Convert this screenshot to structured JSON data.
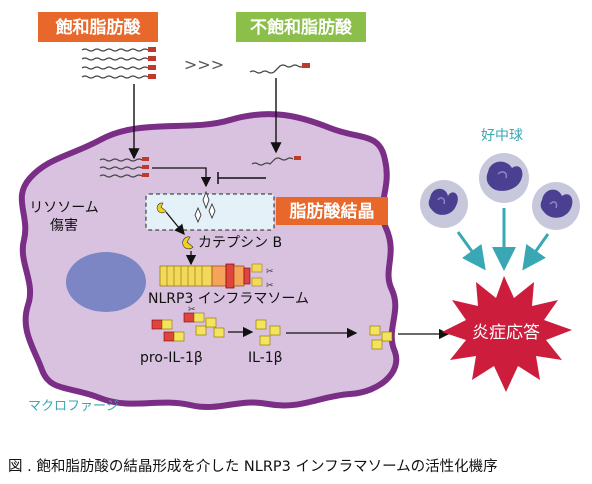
{
  "labels": {
    "saturated_fa": "飽和脂肪酸",
    "unsaturated_fa": "不飽和脂肪酸",
    "comparison": ">>>",
    "lysosome_damage_line1": "リソソーム",
    "lysosome_damage_line2": "傷害",
    "fa_crystal": "脂肪酸結晶",
    "cathepsin": "カテプシン B",
    "nlrp3": "NLRP3 インフラマソーム",
    "pro_il1b": "pro-IL-1β",
    "il1b": "IL-1β",
    "macrophage": "マクロファージ",
    "neutrophil": "好中球",
    "inflammation": "炎症応答"
  },
  "caption": "図 . 飽和脂肪酸の結晶形成を介した NLRP3 インフラマソームの活性化機序",
  "colors": {
    "orange_box": "#e8672a",
    "green_box": "#8cbf4a",
    "cell_fill": "#d9c2df",
    "cell_border": "#7a2e86",
    "nucleus": "#7d86c4",
    "neutrophil": "#5a4d9c",
    "teal_arrow": "#3aa7b4",
    "inflammation_burst": "#cc1e3c"
  }
}
